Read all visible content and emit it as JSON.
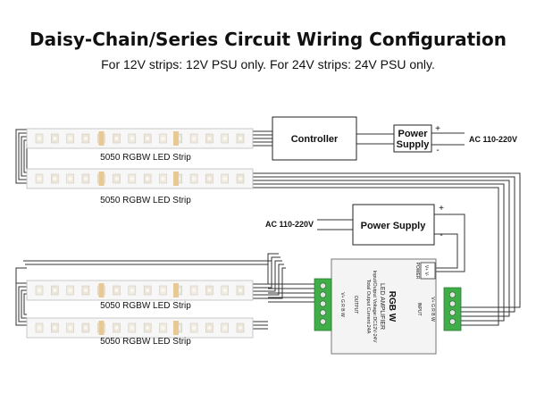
{
  "title": "Daisy-Chain/Series Circuit Wiring Configuration",
  "subtitle": "For 12V strips: 12V PSU only.   For 24V strips: 24V PSU only.",
  "strip_label": "5050 RGBW LED Strip",
  "controller_label": "Controller",
  "power_supply_top": {
    "line1": "Power",
    "line2": "Supply"
  },
  "power_supply_mid": "Power Supply",
  "ac_label": "AC 110-220V",
  "plus": "+",
  "minus": "-",
  "amplifier": {
    "title": "RGB W",
    "subtitle": "LED AMPLIFIER",
    "spec1": "Input/Output Voltage:DC12V-24V",
    "spec2": "Total Output Current:24A",
    "output_label": "OUTPUT",
    "input_label": "INPUT",
    "power_label": "POWER",
    "output_pins": "V+  G  R  B  W",
    "input_pins": "V+  G  R  B  W",
    "power_pins": "V+  V-"
  },
  "colors": {
    "wire": "#333333",
    "strip_border": "#bbbbbb",
    "strip_fill": "#f7f7f7",
    "terminal_green": "#3fae49",
    "amp_body": "#f4f4f4"
  }
}
